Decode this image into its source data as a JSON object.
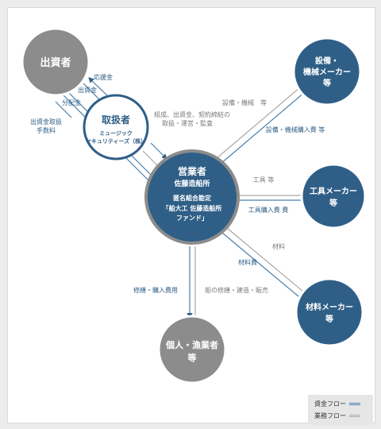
{
  "nodes": {
    "investor": {
      "label": "出資者",
      "color": "#8c8c8c"
    },
    "broker": {
      "title": "取扱者",
      "sub1": "ミュージック",
      "sub2": "セキュリティーズ（株）",
      "color": "#ffffff",
      "accent": "#2f5f87",
      "border": "#2f5f87"
    },
    "operator": {
      "title": "営業者",
      "company": "佐藤造船所",
      "scheme": "匿名組合勘定",
      "fund1": "「船大工 佐藤造船所",
      "fund2": "ファンド」",
      "color": "#2f5f87",
      "border": "#8c8c8c"
    },
    "equipment": {
      "line1": "設備・",
      "line2": "機械メーカー",
      "line3": "等",
      "color": "#2f5f87"
    },
    "tools": {
      "line1": "工具メーカー",
      "line2": "等",
      "color": "#2f5f87"
    },
    "materials": {
      "line1": "材料メーカー",
      "line2": "等",
      "color": "#2f5f87"
    },
    "fishers": {
      "line1": "個人・漁業者",
      "line2": "等",
      "color": "#8c8c8c"
    }
  },
  "labels": {
    "support": "応援金",
    "investment": "出資金",
    "distribution": "分配金",
    "fee1": "出資金取扱",
    "fee2": "手数料",
    "mgmt1": "組成、出資金、契約締結の",
    "mgmt2": "取扱・運営・監査",
    "equip_goods": "設備・機械　等",
    "equip_cost": "設備・機械購入費 等",
    "tools_goods": "工具 等",
    "tools_cost": "工具購入費 費",
    "materials_goods": "材料",
    "materials_cost": "材料費",
    "repair_cost": "修繕・購入費用",
    "ship_services": "船の修繕・建造・販売"
  },
  "legend": {
    "money": "資金フロー",
    "work": "業務フロー"
  },
  "colors": {
    "money_line": "#4a7fad",
    "work_line": "#a8a8a8"
  }
}
